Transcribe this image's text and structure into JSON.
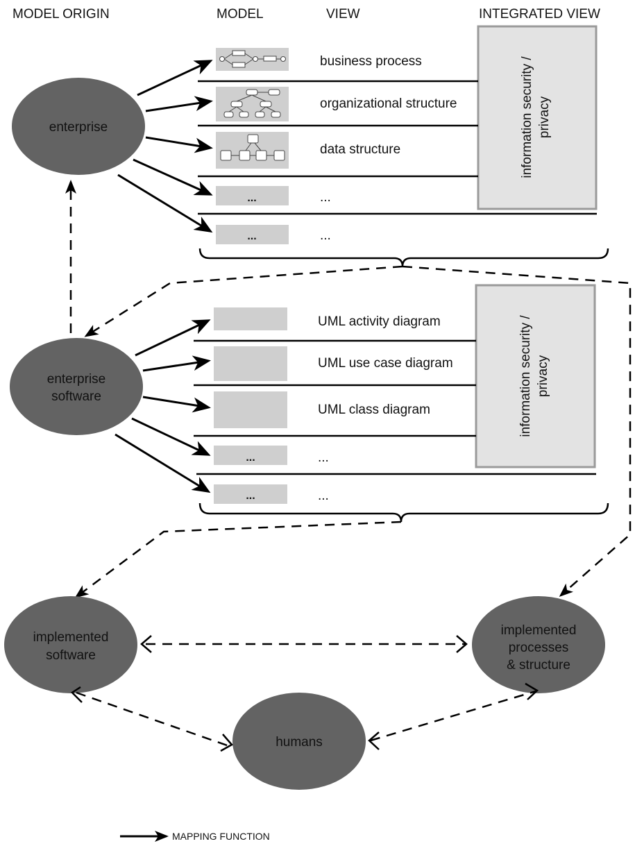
{
  "headers": {
    "model_origin": "MODEL ORIGIN",
    "model": "MODEL",
    "view": "VIEW",
    "integrated_view": "INTEGRATED VIEW"
  },
  "top": {
    "origin": "enterprise",
    "views": [
      "business process",
      "organizational structure",
      "data structure",
      "...",
      "..."
    ],
    "model_placeholders": [
      "...",
      "..."
    ],
    "integrated_line1": "information security /",
    "integrated_line2": "privacy"
  },
  "middle": {
    "origin_line1": "enterprise",
    "origin_line2": "software",
    "views": [
      "UML activity diagram",
      "UML use case diagram",
      "UML class diagram",
      "...",
      "..."
    ],
    "model_placeholders": [
      "...",
      "..."
    ],
    "integrated_line1": "information security /",
    "integrated_line2": "privacy"
  },
  "bottom": {
    "implemented_software_line1": "implemented",
    "implemented_software_line2": "software",
    "implemented_processes_line1": "implemented",
    "implemented_processes_line2": "processes",
    "implemented_processes_line3": "& structure",
    "humans": "humans"
  },
  "legend": {
    "label": "MAPPING FUNCTION"
  },
  "colors": {
    "node_fill": "#636363",
    "model_fill": "#cfcfcf",
    "integrated_fill": "#e3e3e3"
  }
}
